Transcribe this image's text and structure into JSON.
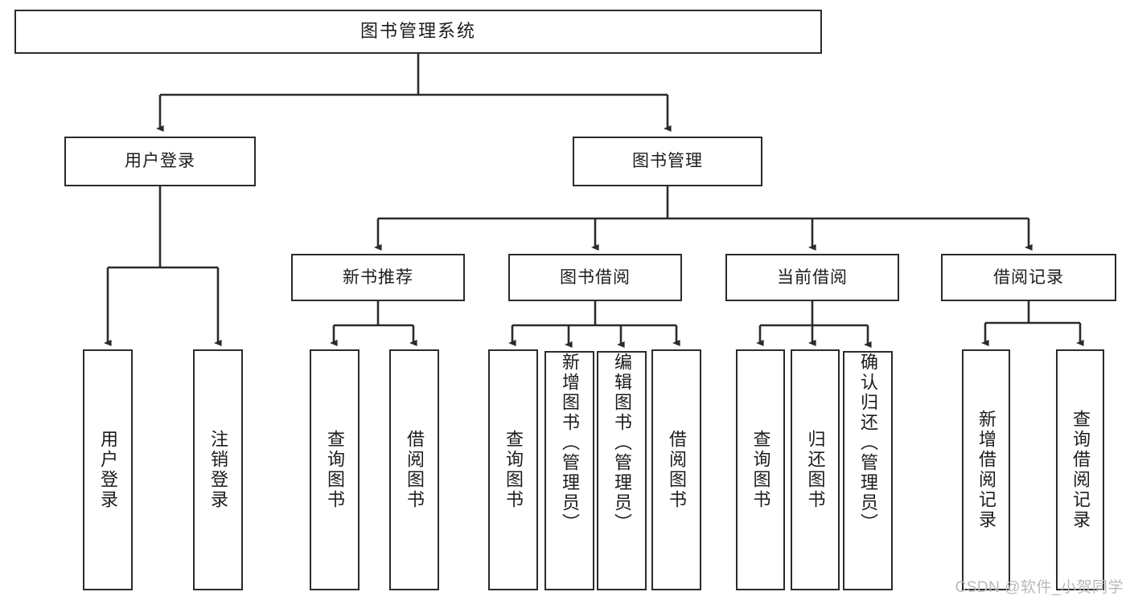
{
  "diagram": {
    "title": "图书管理系统",
    "type": "hierarchy-tree",
    "watermark": "CSDN @软件_小贺同学",
    "colors": {
      "stroke": "#2b2b2b",
      "fill": "#ffffff",
      "text": "#1c1c1c",
      "watermark": "#b9b9b9"
    },
    "nodes": {
      "root": {
        "label": "图书管理系统",
        "level": 1
      },
      "level2": [
        {
          "id": "user-login",
          "label": "用户登录"
        },
        {
          "id": "book-manage",
          "label": "图书管理"
        }
      ],
      "level3": [
        {
          "id": "new-book-recommend",
          "label": "新书推荐",
          "parent": "book-manage"
        },
        {
          "id": "book-borrow",
          "label": "图书借阅",
          "parent": "book-manage"
        },
        {
          "id": "current-borrow",
          "label": "当前借阅",
          "parent": "book-manage"
        },
        {
          "id": "borrow-record",
          "label": "借阅记录",
          "parent": "book-manage"
        }
      ],
      "leaves": [
        {
          "id": "leaf-user-login",
          "label": "用户登录",
          "parent": "user-login"
        },
        {
          "id": "leaf-user-logout",
          "label": "注销登录",
          "parent": "user-login"
        },
        {
          "id": "leaf-query-book-1",
          "label": "查询图书",
          "parent": "new-book-recommend"
        },
        {
          "id": "leaf-borrow-book-1",
          "label": "借阅图书",
          "parent": "new-book-recommend"
        },
        {
          "id": "leaf-query-book-2",
          "label": "查询图书",
          "parent": "book-borrow"
        },
        {
          "id": "leaf-add-book",
          "label": "新增图书（管理员）",
          "parent": "book-borrow"
        },
        {
          "id": "leaf-edit-book",
          "label": "编辑图书（管理员）",
          "parent": "book-borrow"
        },
        {
          "id": "leaf-borrow-book-2",
          "label": "借阅图书",
          "parent": "book-borrow"
        },
        {
          "id": "leaf-query-book-3",
          "label": "查询图书",
          "parent": "current-borrow"
        },
        {
          "id": "leaf-return-book",
          "label": "归还图书",
          "parent": "current-borrow"
        },
        {
          "id": "leaf-confirm-return",
          "label": "确认归还（管理员）",
          "parent": "current-borrow"
        },
        {
          "id": "leaf-add-record",
          "label": "新增借阅记录",
          "parent": "borrow-record"
        },
        {
          "id": "leaf-query-record",
          "label": "查询借阅记录",
          "parent": "borrow-record"
        }
      ]
    }
  }
}
